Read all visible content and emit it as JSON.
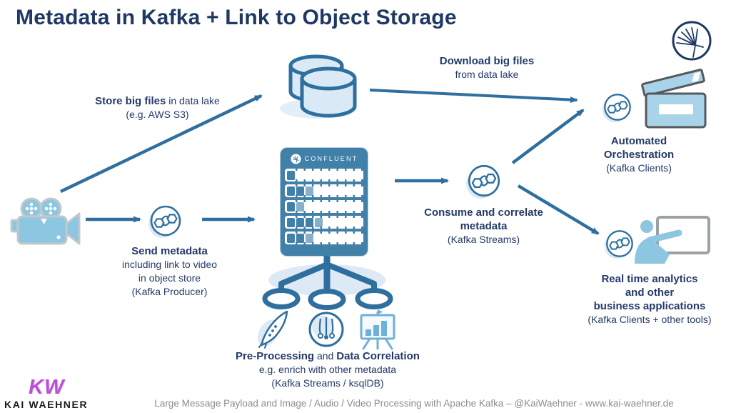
{
  "title": "Metadata in Kafka + Link to Object Storage",
  "colors": {
    "navy": "#1f3864",
    "body_text": "#243a68",
    "arrow_blue": "#2e6f9f",
    "steel_blue": "#4180a8",
    "light_blue_fill": "#d9eaf6",
    "camera_blue": "#8cc6e0",
    "clapper_blue": "#a9d3e8",
    "footer_gray": "#8a8f93",
    "logo_magenta": "#bb4fd6"
  },
  "labels": {
    "store": {
      "bold": "Store big files",
      "rest": " in data lake",
      "line2": "(e.g. AWS S3)"
    },
    "download": {
      "line1": "Download big files",
      "line2": "from data lake"
    },
    "send": {
      "line1": "Send metadata",
      "line2": "including link to video",
      "line3": "in object store",
      "line4": "(Kafka Producer)"
    },
    "consume": {
      "line1": "Consume and correlate",
      "line2": "metadata",
      "line3": "(Kafka Streams)"
    },
    "automated": {
      "line1": "Automated",
      "line2": "Orchestration",
      "line3": "(Kafka Clients)"
    },
    "realtime": {
      "line1": "Real time analytics",
      "line2": "and other",
      "line3": "business applications",
      "line4": "(Kafka Clients + other tools)"
    },
    "preprocessing": {
      "bold1": "Pre-Processing",
      "mid": " and ",
      "bold2": "Data Correlation",
      "line2": "e.g. enrich with other metadata",
      "line3": "(Kafka Streams / ksqlDB)"
    }
  },
  "confluent_box": {
    "brand": "CONFLUENT",
    "rows": [
      {
        "filled": 1
      },
      {
        "filled": 3
      },
      {
        "filled": 2
      },
      {
        "filled": 4
      },
      {
        "filled": 3
      }
    ]
  },
  "icons": {
    "confluent_spark": "starburst-in-circle",
    "object_storage": "double-cylinder",
    "video_camera": "movie-camera",
    "kafka_badge": "hexagon-stream-circle",
    "clapperboard": "clapperboard",
    "analytics_person": "person-at-screen",
    "rocket": "rocket",
    "ksqldb": "circle-with-droplines",
    "presentation_chart": "bar-chart-easel"
  },
  "logo": {
    "monogram": "KW",
    "name": "KAI WAEHNER"
  },
  "footer": "Large Message Payload and Image / Audio / Video Processing with Apache Kafka – @KaiWaehner - www.kai-waehner.de"
}
